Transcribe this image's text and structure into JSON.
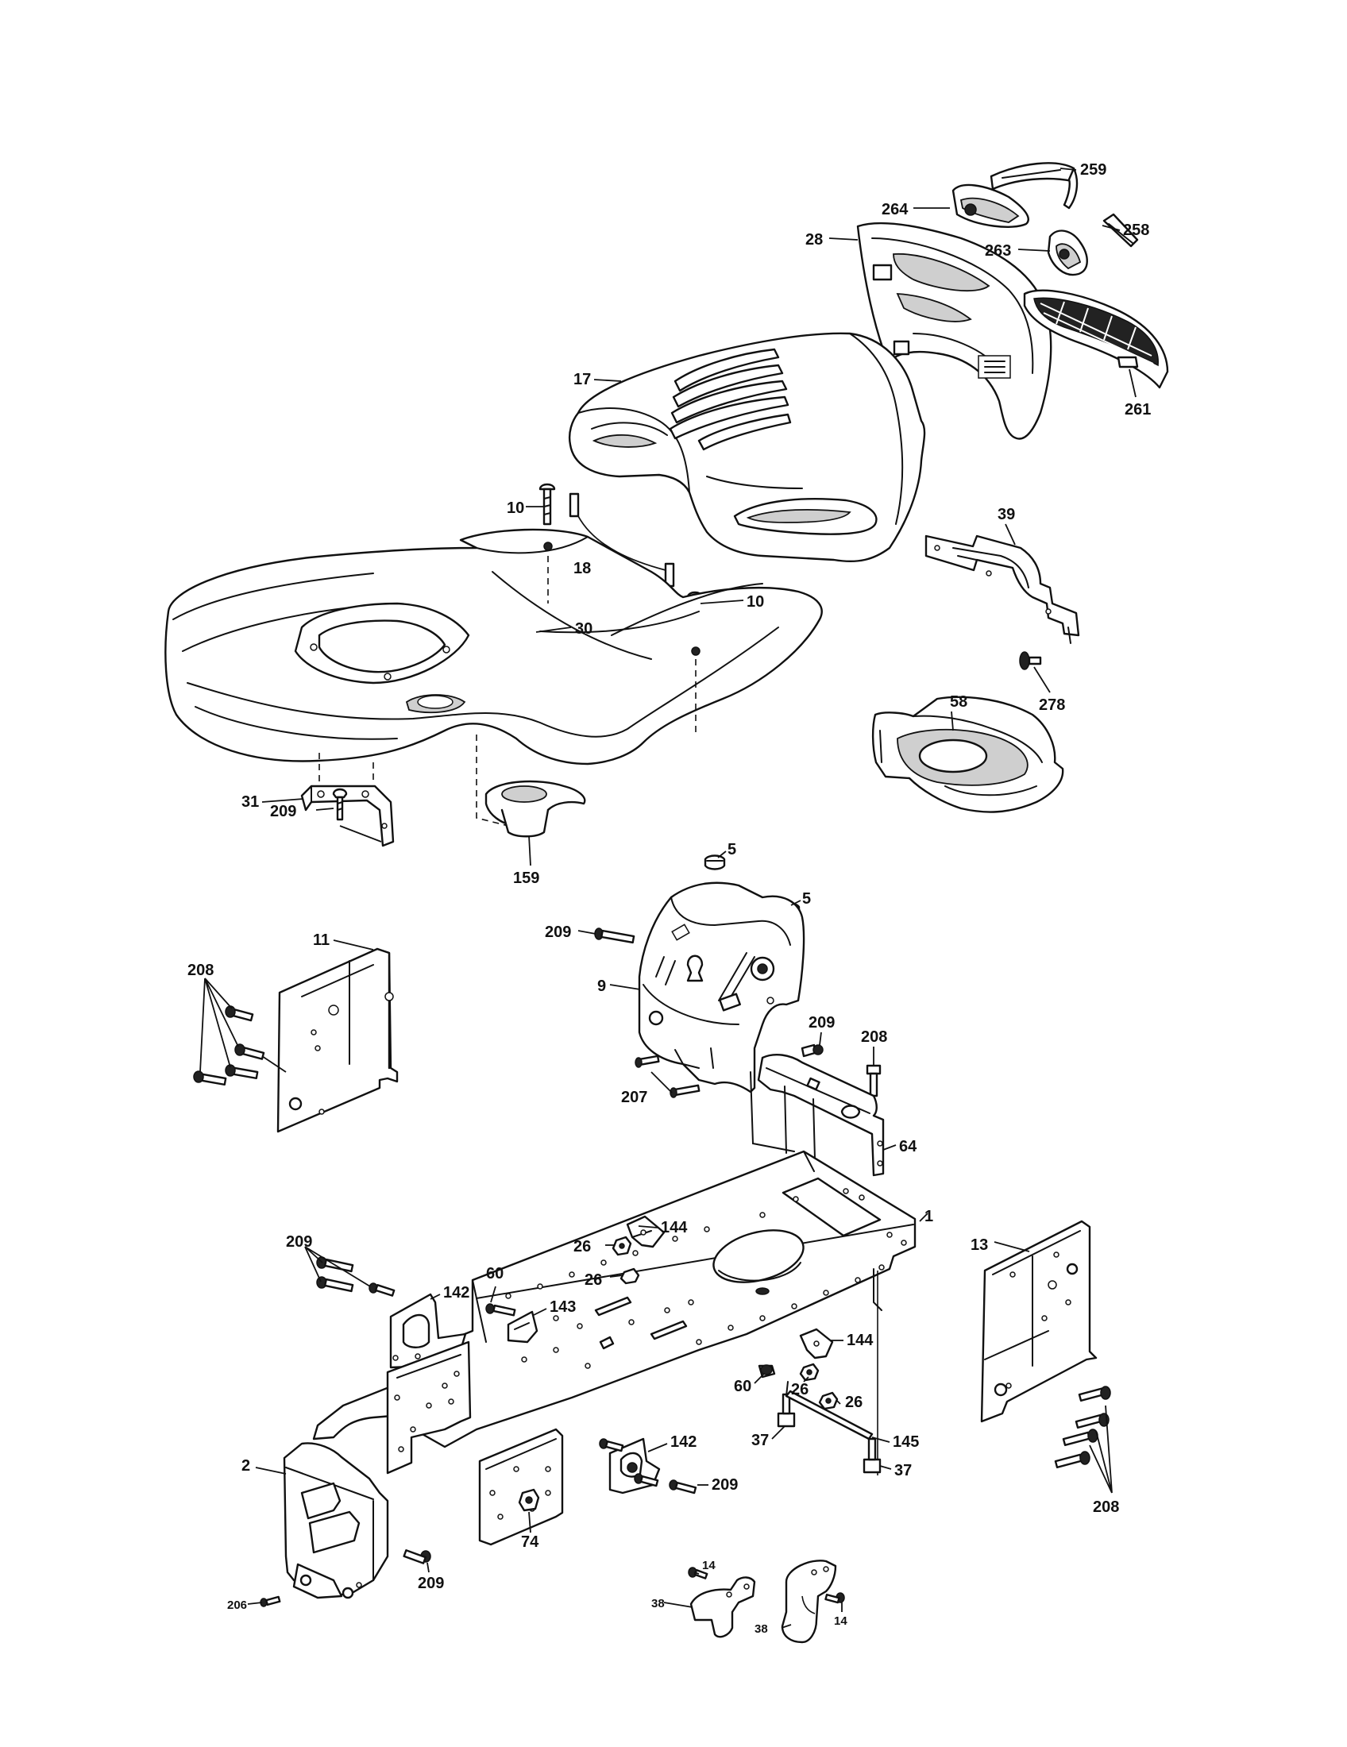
{
  "diagram": {
    "colors": {
      "line": "#111111",
      "fill": "#ffffff",
      "shade": "#cfcfcf"
    },
    "callouts": [
      {
        "id": "c259",
        "text": "259"
      },
      {
        "id": "c264",
        "text": "264"
      },
      {
        "id": "c258",
        "text": "258"
      },
      {
        "id": "c28",
        "text": "28"
      },
      {
        "id": "c263",
        "text": "263"
      },
      {
        "id": "c17",
        "text": "17"
      },
      {
        "id": "c261",
        "text": "261"
      },
      {
        "id": "c10a",
        "text": "10"
      },
      {
        "id": "c18",
        "text": "18"
      },
      {
        "id": "c39",
        "text": "39"
      },
      {
        "id": "c10b",
        "text": "10"
      },
      {
        "id": "c30",
        "text": "30"
      },
      {
        "id": "c278",
        "text": "278"
      },
      {
        "id": "c58",
        "text": "58"
      },
      {
        "id": "c31",
        "text": "31"
      },
      {
        "id": "c209a",
        "text": "209"
      },
      {
        "id": "c159",
        "text": "159"
      },
      {
        "id": "c5a",
        "text": "5"
      },
      {
        "id": "c5b",
        "text": "5"
      },
      {
        "id": "c209b",
        "text": "209"
      },
      {
        "id": "c11",
        "text": "11"
      },
      {
        "id": "c208a",
        "text": "208"
      },
      {
        "id": "c9",
        "text": "9"
      },
      {
        "id": "c209c",
        "text": "209"
      },
      {
        "id": "c208b",
        "text": "208"
      },
      {
        "id": "c207",
        "text": "207"
      },
      {
        "id": "c64",
        "text": "64"
      },
      {
        "id": "c1",
        "text": "1"
      },
      {
        "id": "c144a",
        "text": "144"
      },
      {
        "id": "c26a",
        "text": "26"
      },
      {
        "id": "c13",
        "text": "13"
      },
      {
        "id": "c209d",
        "text": "209"
      },
      {
        "id": "c26b",
        "text": "26"
      },
      {
        "id": "c142a",
        "text": "142"
      },
      {
        "id": "c60a",
        "text": "60"
      },
      {
        "id": "c143",
        "text": "143"
      },
      {
        "id": "c144b",
        "text": "144"
      },
      {
        "id": "c60b",
        "text": "60"
      },
      {
        "id": "c26c",
        "text": "26"
      },
      {
        "id": "c26d",
        "text": "26"
      },
      {
        "id": "c37a",
        "text": "37"
      },
      {
        "id": "c142b",
        "text": "142"
      },
      {
        "id": "c145",
        "text": "145"
      },
      {
        "id": "c209e",
        "text": "209"
      },
      {
        "id": "c37b",
        "text": "37"
      },
      {
        "id": "c2",
        "text": "2"
      },
      {
        "id": "c208c",
        "text": "208"
      },
      {
        "id": "c74",
        "text": "74"
      },
      {
        "id": "c14a",
        "text": "14"
      },
      {
        "id": "c38a",
        "text": "38"
      },
      {
        "id": "c209f",
        "text": "209"
      },
      {
        "id": "c206",
        "text": "206"
      },
      {
        "id": "c38b",
        "text": "38"
      },
      {
        "id": "c14b",
        "text": "14"
      }
    ]
  }
}
